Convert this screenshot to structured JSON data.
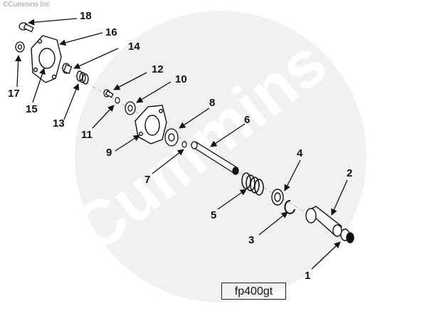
{
  "copyright": "©Cummins Inc",
  "watermark": "Cummins",
  "figure_id": "fp400gt",
  "callouts": [
    "1",
    "2",
    "3",
    "4",
    "5",
    "6",
    "7",
    "8",
    "9",
    "10",
    "11",
    "12",
    "13",
    "14",
    "15",
    "16",
    "17",
    "18"
  ],
  "colors": {
    "ink": "#111111",
    "watermark": "#efefef",
    "background": "#ffffff"
  }
}
